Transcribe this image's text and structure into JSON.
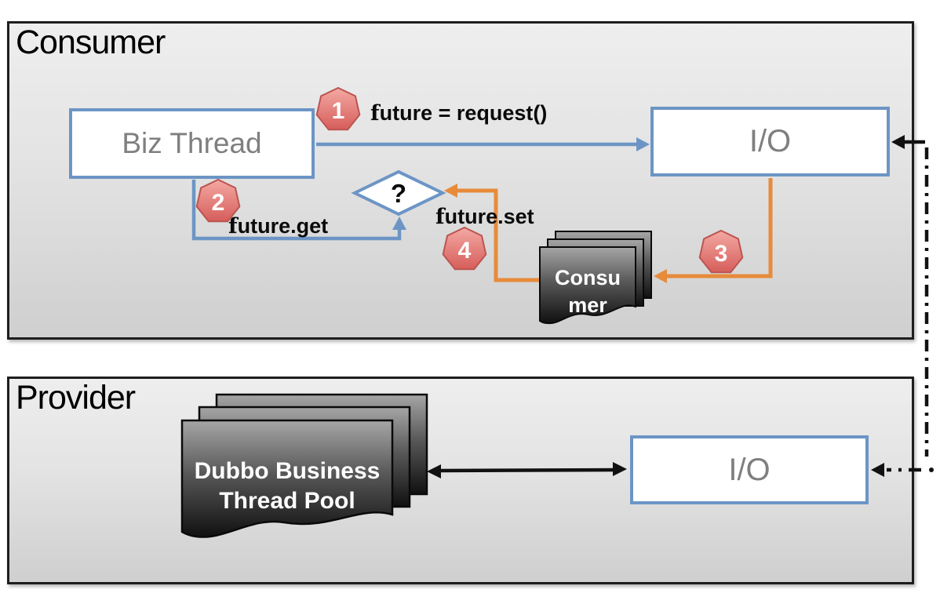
{
  "consumer_panel": {
    "title": "Consumer"
  },
  "provider_panel": {
    "title": "Provider"
  },
  "nodes": {
    "biz_thread": "Biz Thread",
    "io_consumer": "I/O",
    "io_provider": "I/O",
    "decision": "?",
    "consumer_stack": [
      "Consu",
      "mer"
    ],
    "provider_stack": [
      "Dubbo Business",
      "Thread Pool"
    ]
  },
  "labels": {
    "request": "future = request()",
    "future_get": "future.get",
    "future_set": "future.set"
  },
  "steps": [
    {
      "number": "1"
    },
    {
      "number": "2"
    },
    {
      "number": "3"
    },
    {
      "number": "4"
    }
  ],
  "colors": {
    "accent_blue": "#6c95c5",
    "accent_orange": "#e78b3b",
    "badge_red": "#d85f5b",
    "stack_dark": "#151515",
    "panel_border": "#1e1e1e"
  }
}
